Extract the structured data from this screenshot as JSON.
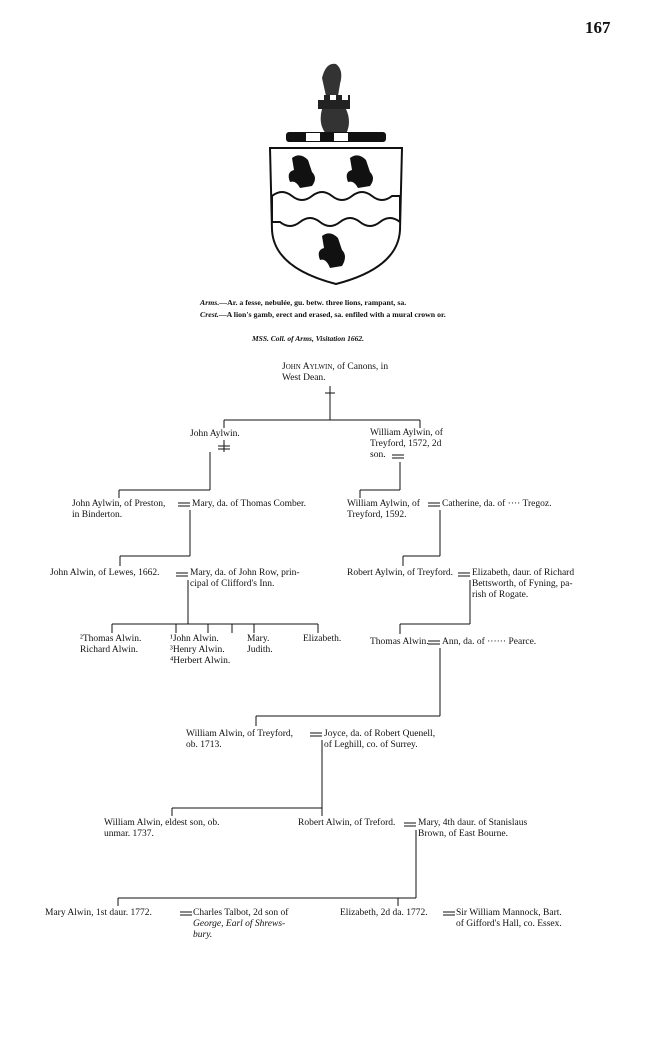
{
  "page_number": "167",
  "heraldry": {
    "arms_label": "Arms.",
    "arms_text": "—Ar. a fesse, nebulée, gu. betw. three lions, rampant, sa.",
    "crest_label": "Crest.",
    "crest_text": "—A lion's gamb, erect and erased, sa. enfiled with a mural crown or.",
    "source": "MSS. Coll. of Arms, Visitation 1662."
  },
  "pedigree": {
    "founder": {
      "name": "John Aylwin",
      "line1": ", of Canons, in",
      "line2": "West Dean."
    },
    "gen1": {
      "left": "John Aylwin.",
      "right": [
        "William Aylwin, of",
        "Treyford, 1572, 2d",
        "son."
      ]
    },
    "gen2": {
      "left_husband": [
        "John Aylwin, of Preston,",
        "in Binderton."
      ],
      "left_wife": "Mary, da. of Thomas Comber.",
      "right_husband": [
        "William Aylwin, of",
        "Treyford, 1592."
      ],
      "right_wife": "Catherine, da. of ···· Tregoz."
    },
    "gen3": {
      "left_husband": "John Alwin, of Lewes, 1662.",
      "left_wife": [
        "Mary, da. of John Row, prin-",
        "cipal of Clifford's Inn."
      ],
      "right_husband": "Robert Aylwin, of Treyford.",
      "right_wife": [
        "Elizabeth, daur. of Richard",
        "Bettsworth, of Fyning, pa-",
        "rish of Rogate."
      ]
    },
    "gen4_children": {
      "col1": [
        "²Thomas Alwin.",
        "Richard Alwin."
      ],
      "col2": [
        "¹John Alwin.",
        "³Henry Alwin.",
        "⁴Herbert Alwin."
      ],
      "col3": [
        "Mary.",
        "Judith."
      ],
      "col4": "Elizabeth."
    },
    "gen4_right": {
      "husband": "Thomas Alwin.",
      "wife": "Ann, da. of ······ Pearce."
    },
    "gen5": {
      "husband": [
        "William Alwin, of Treyford,",
        "ob. 1713."
      ],
      "wife": [
        "Joyce, da. of Robert Quenell,",
        "of Leghill, co. of Surrey."
      ]
    },
    "gen6": {
      "left": [
        "William Alwin, eldest son, ob.",
        "unmar. 1737."
      ],
      "husband": "Robert Alwin, of Treford.",
      "wife": [
        "Mary, 4th daur. of Stanislaus",
        "Brown, of East Bourne."
      ]
    },
    "gen7": {
      "left_wife": "Mary Alwin, 1st daur. 1772.",
      "left_husband": [
        "Charles Talbot, 2d son of",
        "George, Earl of Shrews-",
        "bury."
      ],
      "right_wife": "Elizabeth, 2d da. 1772.",
      "right_husband": [
        "Sir William Mannock, Bart.",
        "of Gifford's Hall, co. Essex."
      ]
    }
  }
}
